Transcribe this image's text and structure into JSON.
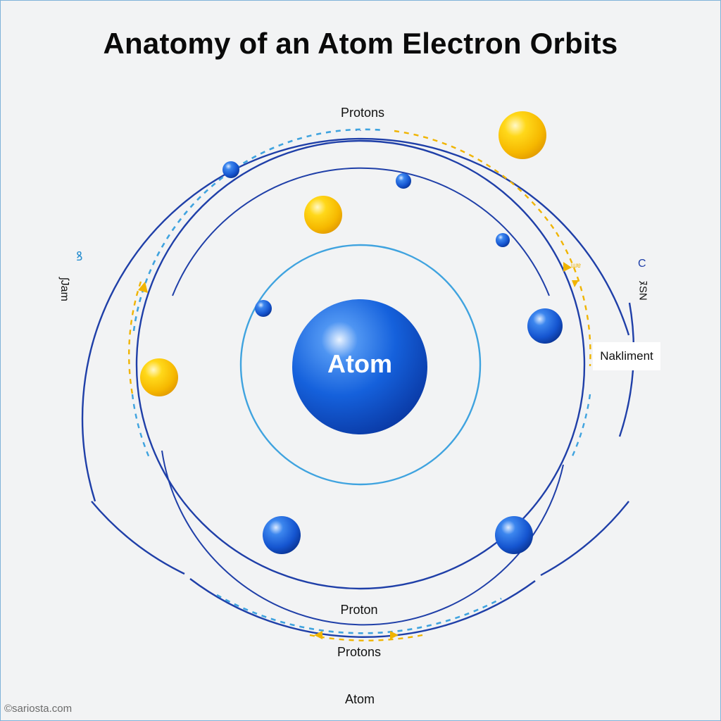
{
  "title": "Anatomy of an Atom Electron Orbits",
  "nucleus_label": "Atom",
  "labels": {
    "top": "Protons",
    "proton_bottom": "Proton",
    "protons_bottom": "Protons",
    "atom_bottom": "Atom",
    "right_box": "Nakliment",
    "left_upper_glyph": "ꝸ",
    "left_rotated": "ʃJam",
    "right_upper_glyph": "C",
    "right_rotated": "ﾇSN",
    "right_orbit_tag": "ɯɐ",
    "top_tiny": "· ·"
  },
  "watermark": "©sariosta.com",
  "colors": {
    "orbit_blue": "#1f3fa8",
    "inner_ring": "#3fa3df",
    "dash_blue": "#3fa3df",
    "dash_yellow": "#f0b400",
    "nucleus": "#1565e0",
    "electron_blue": "#1a5ad8",
    "proton_yellow": "#f7c400"
  }
}
